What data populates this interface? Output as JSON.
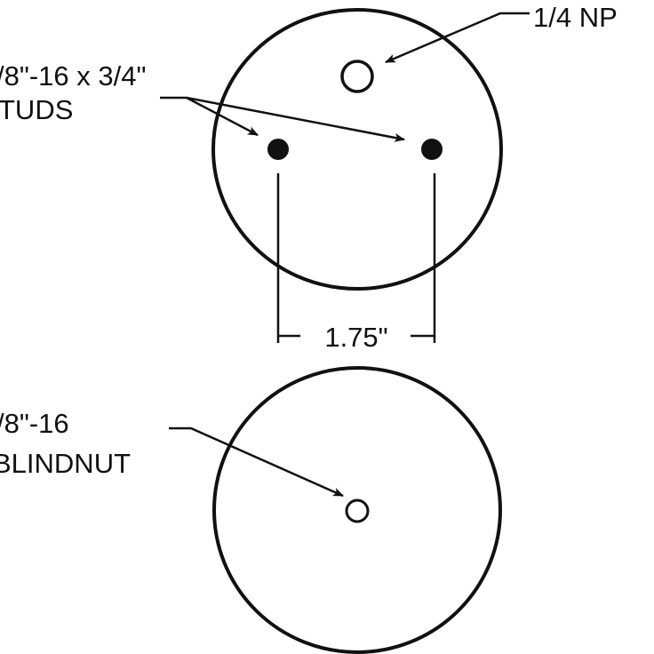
{
  "labels": {
    "npt": "1/4 NP",
    "studs_line1": "/8\"-16 x 3/4\"",
    "studs_line2": "TUDS",
    "dimension": "1.75\"",
    "blindnut_line1": "/8\"-16",
    "blindnut_line2": "BLINDNUT"
  },
  "colors": {
    "line": "#111111",
    "background": "#ffffff"
  }
}
